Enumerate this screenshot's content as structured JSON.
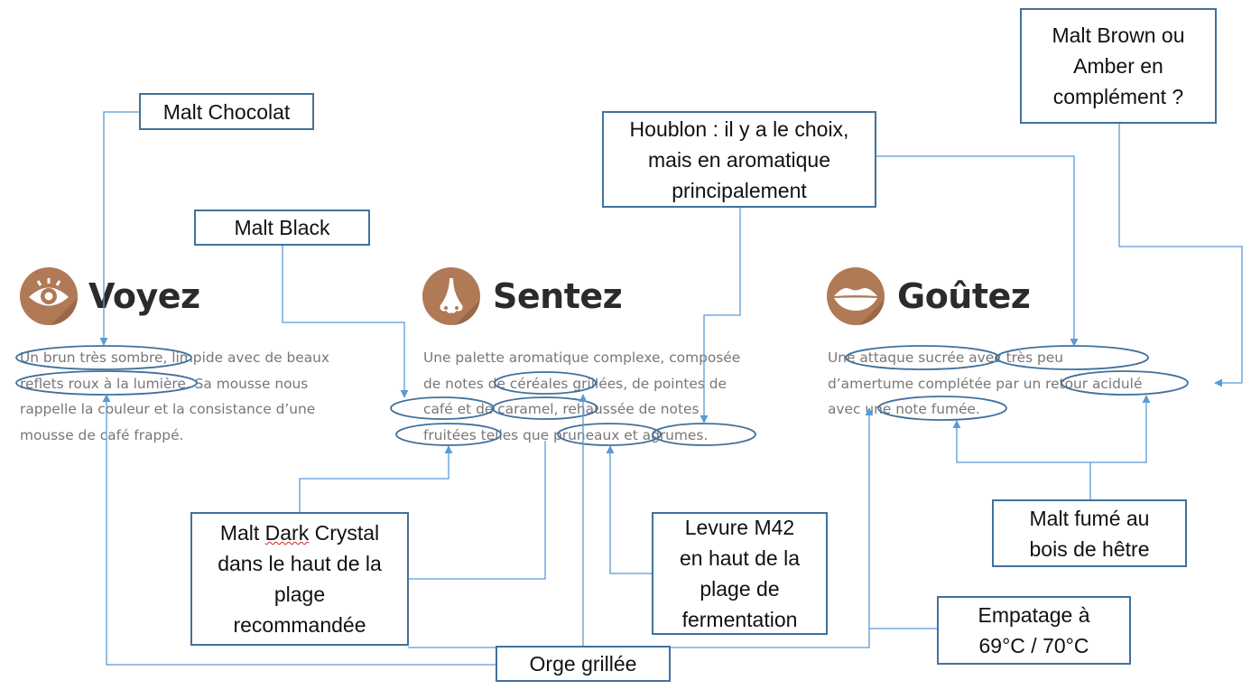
{
  "sections": {
    "voyez": {
      "title": "Voyez",
      "text": "Un brun très sombre, limpide avec de beaux\nreflets roux à la lumière. Sa mousse nous\nrappelle la couleur et la consistance d’une\nmousse de café frappé."
    },
    "sentez": {
      "title": "Sentez",
      "text": "Une palette aromatique complexe, composée\nde notes de céréales grillées, de pointes de\ncafé et de caramel, rehaussée de notes\nfruitées telles que pruneaux et agrumes."
    },
    "goutez": {
      "title": "Goûtez",
      "text": "Une attaque sucrée avec très peu\nd’amertume complétée par un retour acidulé\navec une note fumée."
    }
  },
  "annotations": {
    "malt_chocolat": "Malt Chocolat",
    "malt_black": "Malt Black",
    "houblon": "Houblon : il y a le choix,\nmais en aromatique\nprincipalement",
    "malt_brown": "Malt Brown ou\nAmber en\ncomplément ?",
    "malt_dark_crystal_line1_a": "Malt ",
    "malt_dark_crystal_line1_b": "Dark",
    "malt_dark_crystal_line1_c": " Crystal",
    "malt_dark_crystal_rest": "dans le haut de la\nplage\nrecommandée",
    "levure": "Levure M42\nen haut de la\nplage de\nfermentation",
    "malt_fume": "Malt fumé au\nbois de hêtre",
    "empatage": "Empatage à\n69°C / 70°C",
    "orge": "Orge grillée"
  },
  "colors": {
    "accent": "#41719c",
    "line": "#5b9bd5",
    "icon_bg": "#b07a56",
    "heading": "#2b2b2b",
    "body": "#777777"
  },
  "icons": {
    "voyez": "eye-icon",
    "sentez": "nose-icon",
    "goutez": "lips-icon"
  }
}
